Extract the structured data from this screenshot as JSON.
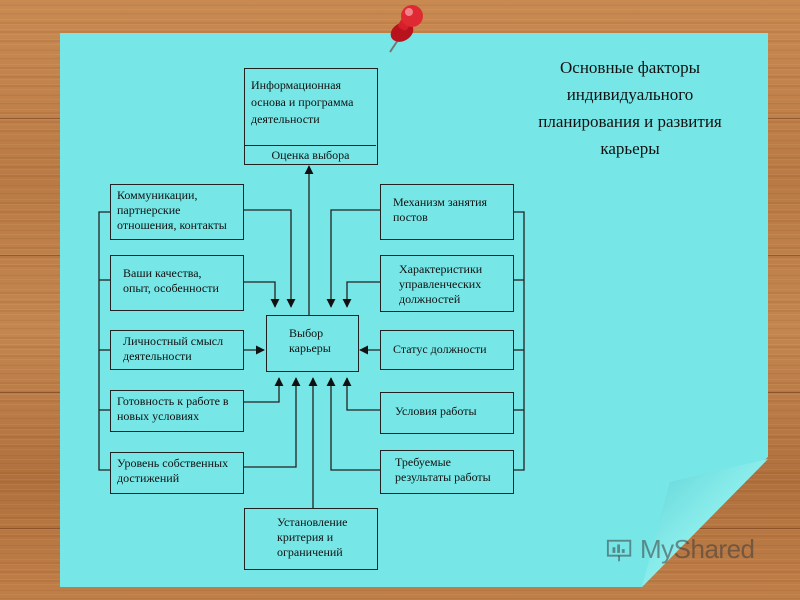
{
  "title": "Основные факторы индивидуального планирования и развития карьеры",
  "top_box": {
    "upper_text": "Информационная основа и программа деятельности",
    "lower_text": "Оценка выбора"
  },
  "center_box": "Выбор карьеры",
  "left_boxes": [
    "Коммуникации, партнерские отношения, контакты",
    "Ваши качества, опыт, особенности",
    "Личностный смысл деятельности",
    "Готовность к работе в новых условиях",
    "Уровень собственных достижений"
  ],
  "right_boxes": [
    "Механизм занятия постов",
    "Характеристики управленческих должностей",
    "Статус должности",
    "Условия работы",
    "Требуемые результаты работы"
  ],
  "bottom_box": "Установление критерия и ограничений",
  "watermark": "MyShared",
  "colors": {
    "paper": "#77e6e6",
    "pin": "#d61f2a",
    "lines": "#222222"
  }
}
